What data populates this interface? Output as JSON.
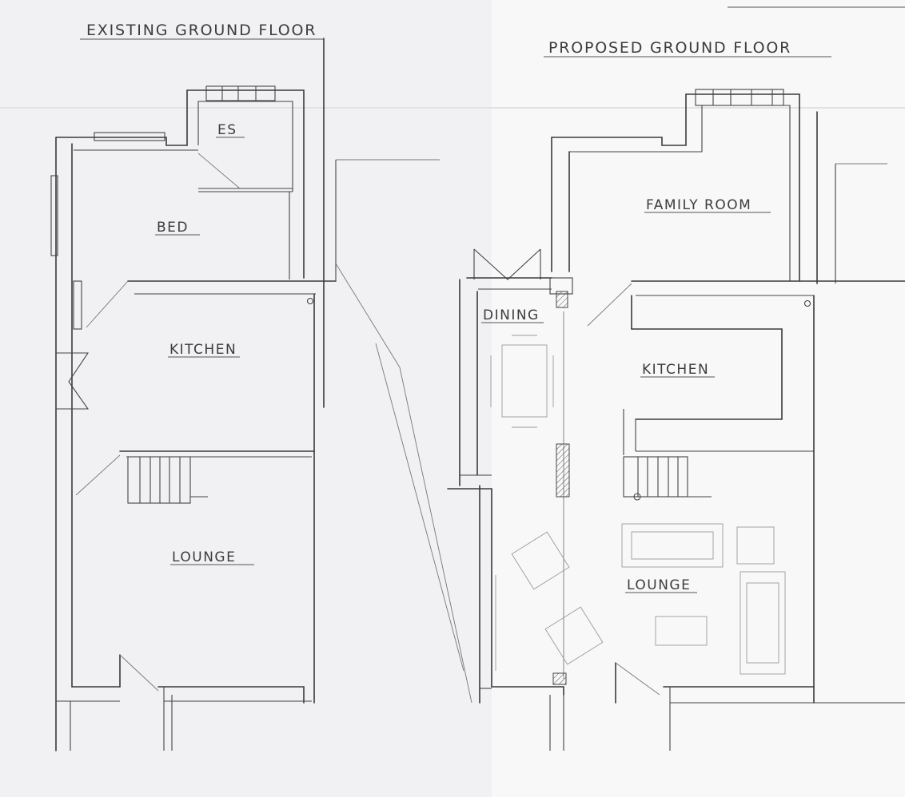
{
  "drawing": {
    "existing": {
      "title": "EXISTING GROUND FLOOR",
      "rooms": {
        "es": "ES",
        "bed": "BED",
        "kitchen": "KITCHEN",
        "lounge": "LOUNGE"
      }
    },
    "proposed": {
      "title": "PROPOSED GROUND FLOOR",
      "rooms": {
        "family_room": "FAMILY ROOM",
        "dining": "DINING",
        "kitchen": "KITCHEN",
        "lounge": "LOUNGE"
      }
    }
  },
  "colors": {
    "paper": "#f4f4f6",
    "pencil": "#3a3a3a"
  }
}
